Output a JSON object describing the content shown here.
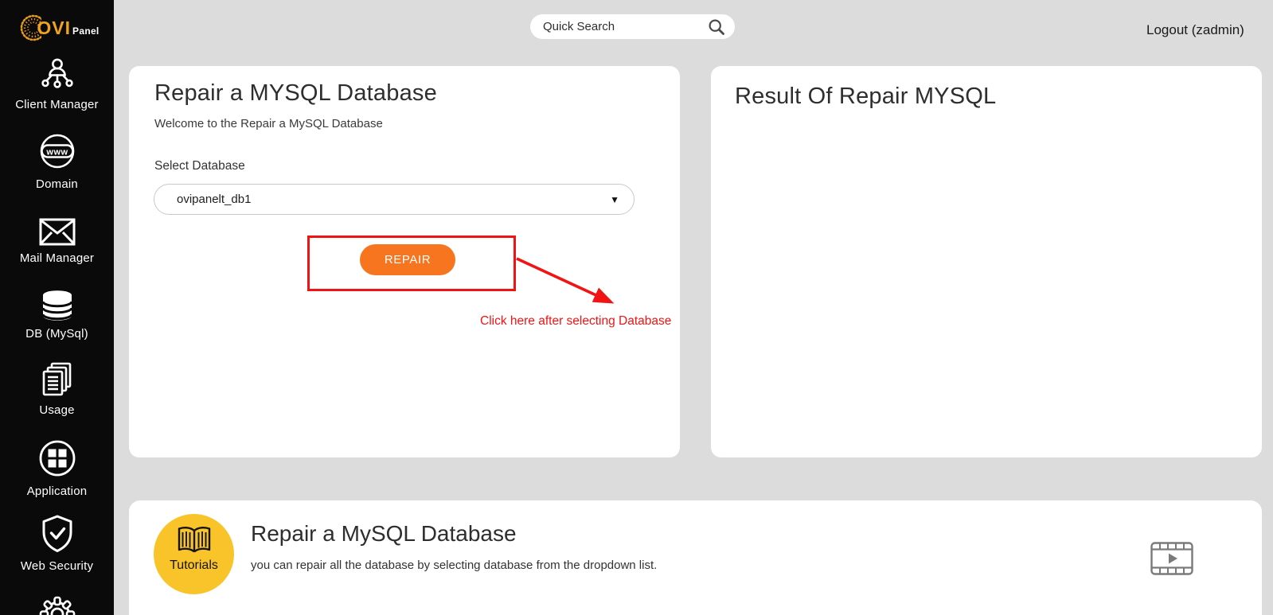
{
  "brand": {
    "name_primary": "OVI",
    "name_secondary": "Panel"
  },
  "topbar": {
    "search_placeholder": "Quick Search",
    "search_icon": "magnifier-icon",
    "logout_label": "Logout (zadmin)"
  },
  "sidebar": {
    "items": [
      {
        "label": "Client Manager",
        "icon": "org-chart-icon"
      },
      {
        "label": "Domain",
        "icon": "www-globe-icon",
        "icon_text": "www"
      },
      {
        "label": "Mail Manager",
        "icon": "envelope-icon"
      },
      {
        "label": "DB (MySql)",
        "icon": "database-icon"
      },
      {
        "label": "Usage",
        "icon": "documents-icon"
      },
      {
        "label": "Application",
        "icon": "app-grid-icon"
      },
      {
        "label": "Web Security",
        "icon": "shield-check-icon"
      },
      {
        "label": "",
        "icon": "gear-icon"
      }
    ]
  },
  "repair_card": {
    "title": "Repair a MYSQL Database",
    "subtitle": "Welcome to the Repair a MySQL Database",
    "select_label": "Select Database",
    "selected_database": "ovipanelt_db1",
    "select_caret": "▼",
    "repair_button_label": "REPAIR",
    "annotation_text": "Click here after selecting Database"
  },
  "result_card": {
    "title": "Result Of Repair MYSQL"
  },
  "tutorial_card": {
    "badge_icon": "open-book-icon",
    "badge_label": "Tutorials",
    "title": "Repair a MySQL Database",
    "description": "you can repair all the database by selecting database from the dropdown list.",
    "video_icon": "film-play-icon"
  },
  "colors": {
    "page_bg": "#dcdcdc",
    "sidebar_bg": "#0a0a0a",
    "brand_gold": "#f0a41b",
    "accent_orange": "#f8751f",
    "badge_yellow": "#f8c42a",
    "annotation_red": "#ee1414"
  }
}
